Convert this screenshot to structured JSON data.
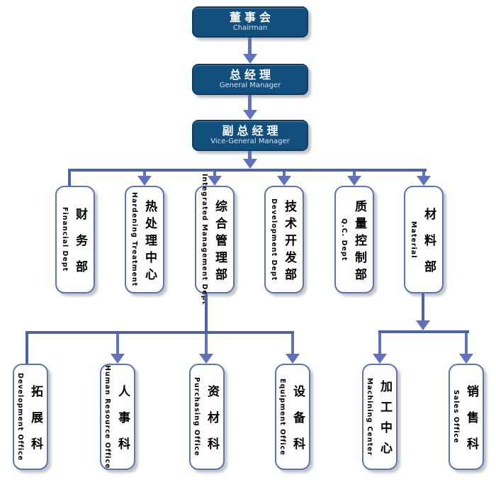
{
  "colors": {
    "node_fill": "#134f7d",
    "node_border": "#0d3d66",
    "node_text": "#ffffff",
    "node_subtext": "#d9e4ee",
    "dept_border": "#5a73b9",
    "dept_text": "#000000",
    "line": "#4c63aa",
    "arrow": "#6172bc"
  },
  "hierarchy": {
    "top": [
      {
        "zh": "董事会",
        "en": "Chairman"
      },
      {
        "zh": "总经理",
        "en": "General Manager"
      },
      {
        "zh": "副总经理",
        "en": "Vice-General Manager"
      }
    ],
    "departments": [
      {
        "zh": "财务部",
        "en": "Financial Dept"
      },
      {
        "zh": "热处理中心",
        "en": "Hardening Treatment"
      },
      {
        "zh": "综合管理部",
        "en": "Integrated Management Dept"
      },
      {
        "zh": "技术开发部",
        "en": "Development Dept"
      },
      {
        "zh": "质量控制部",
        "en": "Q.C. Dept"
      },
      {
        "zh": "材料部",
        "en": "Material"
      }
    ],
    "admin_offices": [
      {
        "zh": "拓展科",
        "en": "Development Office"
      },
      {
        "zh": "人事科",
        "en": "Human Resource Office"
      },
      {
        "zh": "资材科",
        "en": "Purchasing Office"
      },
      {
        "zh": "设备科",
        "en": "Equipment Office"
      }
    ],
    "material_units": [
      {
        "zh": "加工中心",
        "en": "Machining Center"
      },
      {
        "zh": "销售科",
        "en": "Sales Office"
      }
    ]
  }
}
